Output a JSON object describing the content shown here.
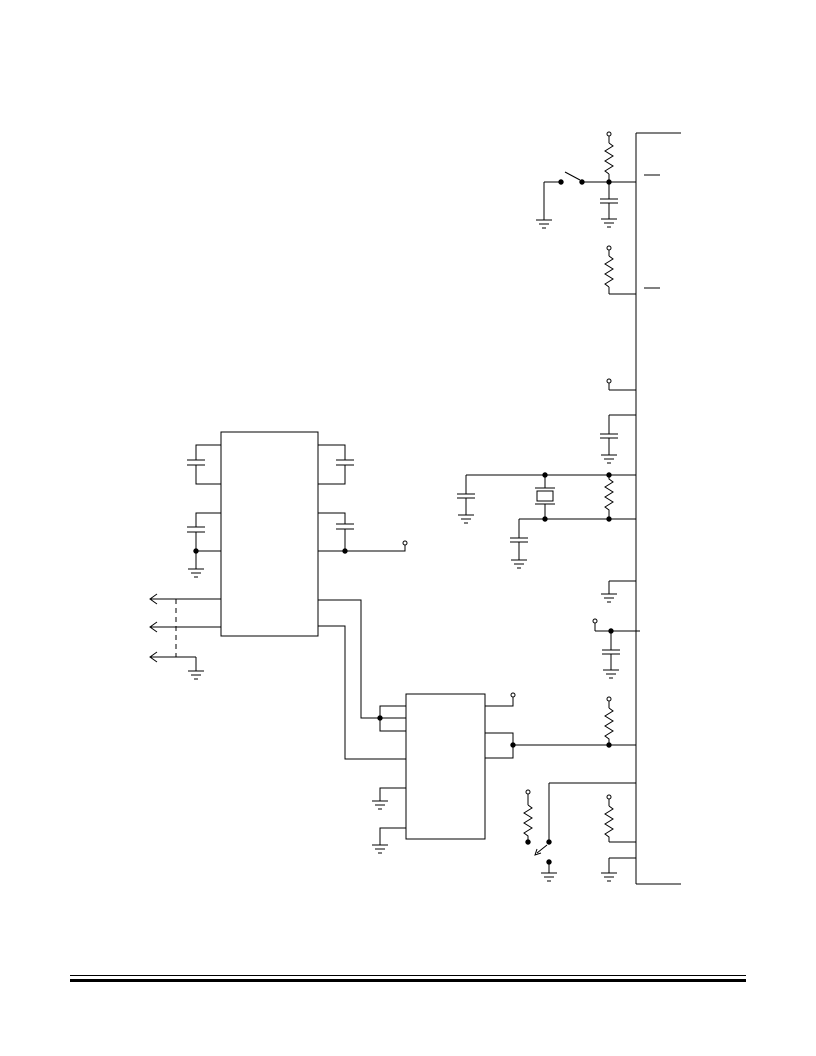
{
  "diagram": {
    "kind": "circuit-schematic",
    "text_labels": [],
    "colors": {
      "ink": "#000000",
      "background": "#ffffff"
    },
    "components": {
      "microcontroller_header": "connector",
      "upper_ic": "integrated-circuit",
      "lower_ic": "integrated-circuit",
      "crystal": "crystal-oscillator",
      "switches": [
        "reset-switch",
        "push-switch"
      ],
      "output_arrows": 3
    }
  },
  "footer": {
    "rules": [
      "thin-rule",
      "thick-rule"
    ]
  }
}
